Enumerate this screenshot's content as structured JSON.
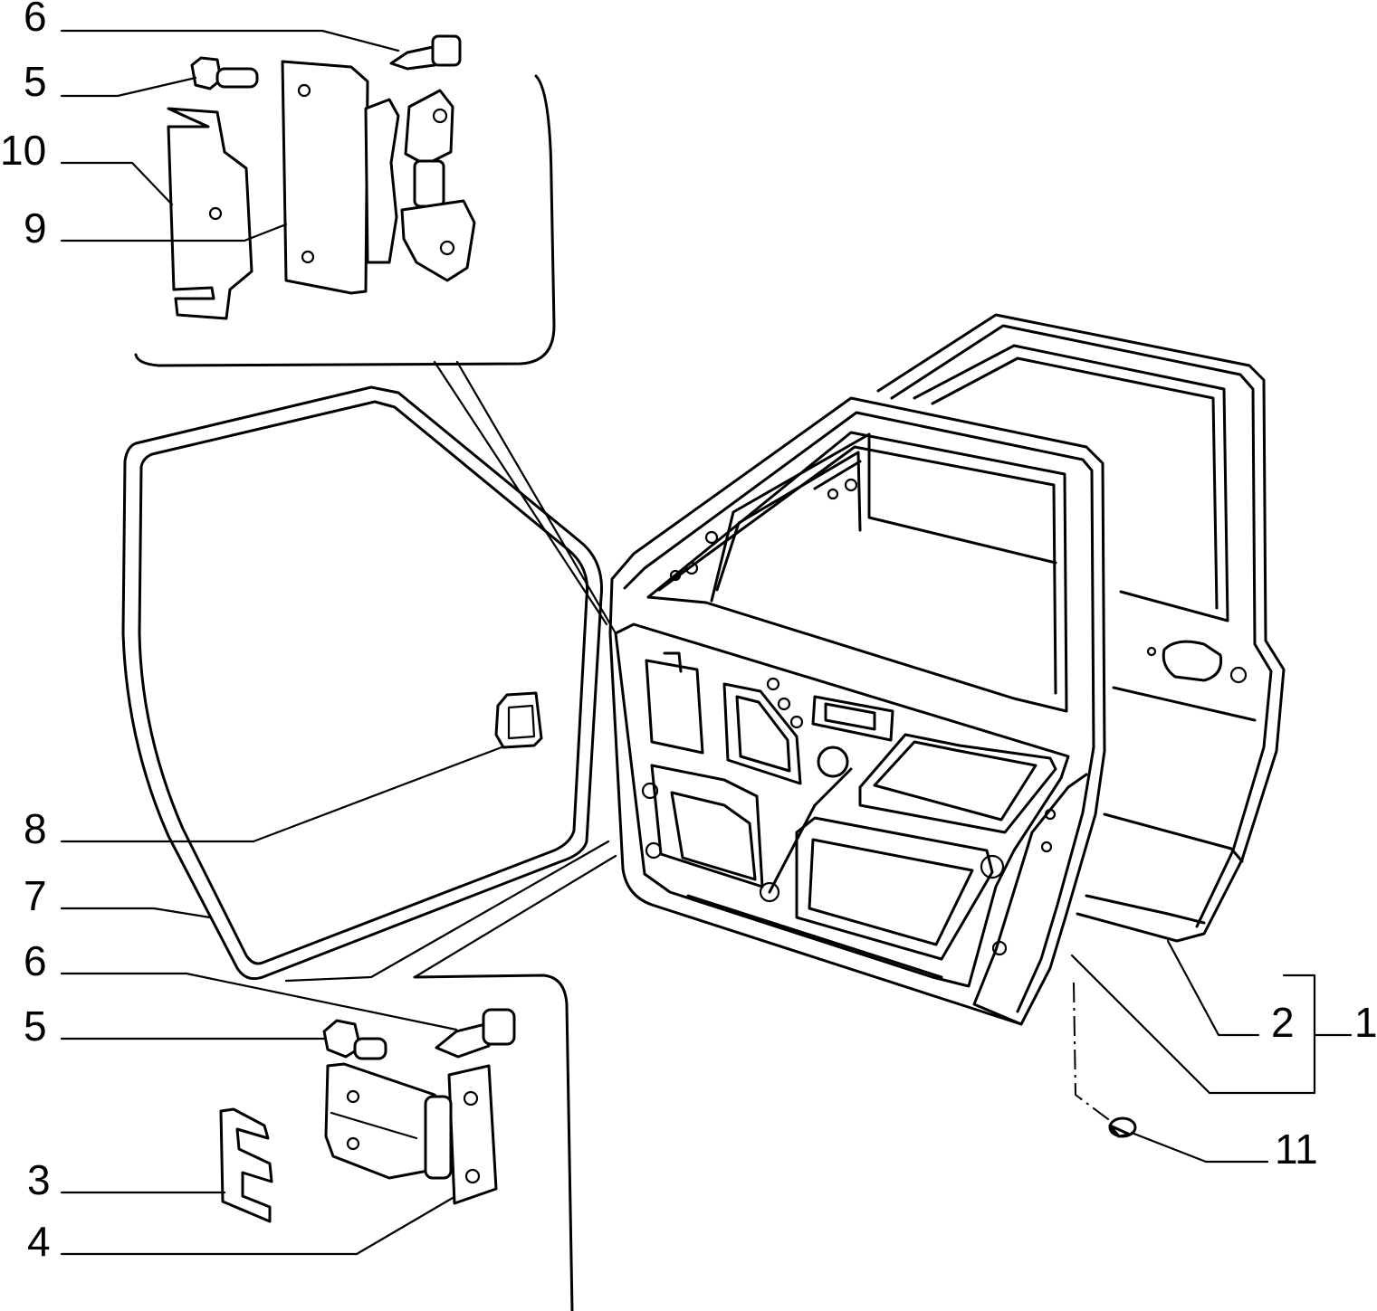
{
  "callouts": {
    "c1": "1",
    "c2": "2",
    "c3": "3",
    "c4": "4",
    "c5_top": "5",
    "c5_bottom": "5",
    "c6_top": "6",
    "c6_bottom": "6",
    "c7": "7",
    "c8": "8",
    "c9": "9",
    "c10": "10",
    "c11": "11"
  }
}
